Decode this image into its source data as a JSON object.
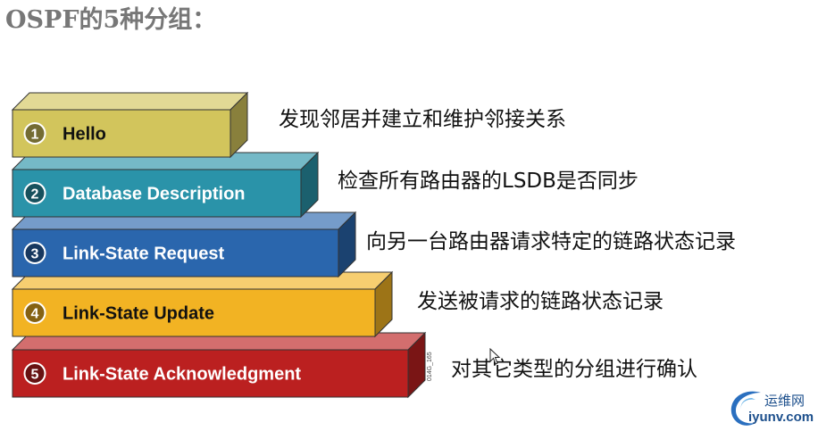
{
  "title": "OSPF的5种分组：",
  "steps": [
    {
      "number": "1",
      "label": "Hello",
      "description": "发现邻居并建立和维护邻接关系",
      "color": "#d2c55c"
    },
    {
      "number": "2",
      "label": "Database Description",
      "description": "检查所有路由器的LSDB是否同步",
      "color": "#2a93a9"
    },
    {
      "number": "3",
      "label": "Link-State Request",
      "description": "向另一台路由器请求特定的链路状态记录",
      "color": "#2a66ad"
    },
    {
      "number": "4",
      "label": "Link-State Update",
      "description": "发送被请求的链路状态记录",
      "color": "#f2b323"
    },
    {
      "number": "5",
      "label": "Link-State Acknowledgment",
      "description": "对其它类型的分组进行确认",
      "color": "#bb2020"
    }
  ],
  "figure_code": "014G_165",
  "watermark": {
    "name": "运维网",
    "url": "iyunv.com",
    "icon": "swoosh-logo-icon"
  },
  "cursor_icon": "mouse-pointer-icon"
}
